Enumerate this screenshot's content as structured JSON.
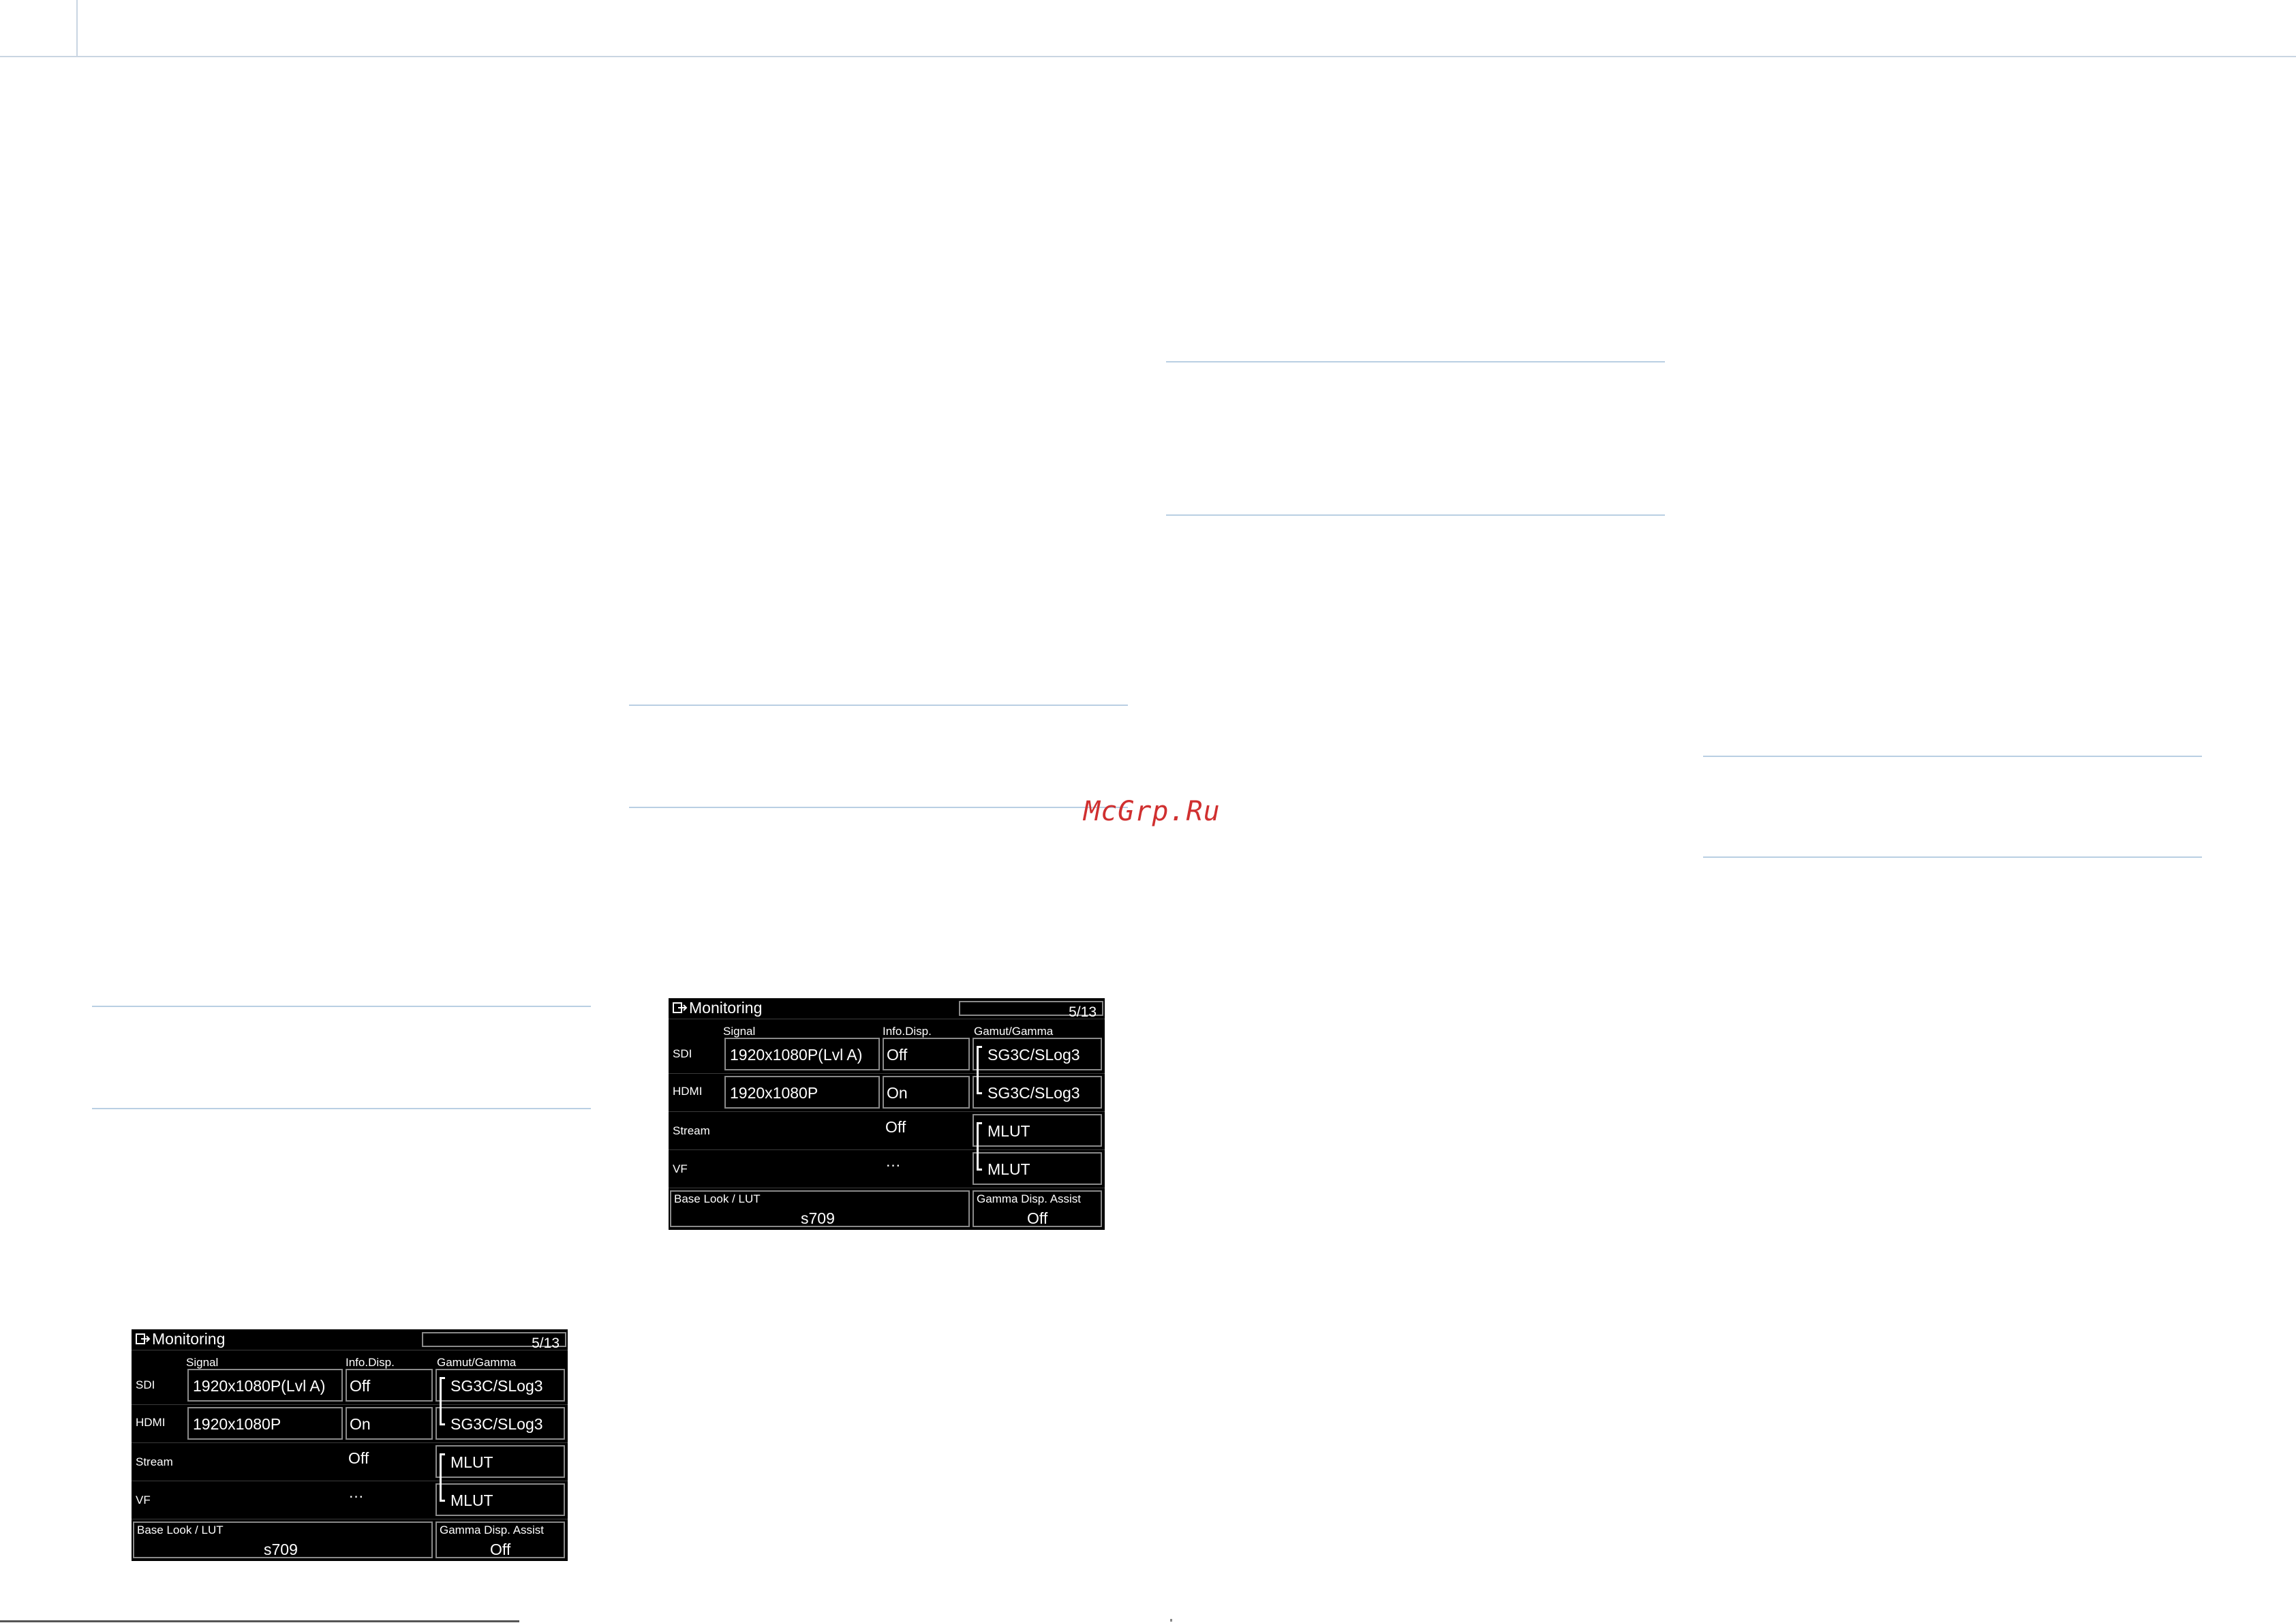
{
  "watermark": "McGrp.Ru",
  "monitoring": {
    "title": "Monitoring",
    "page": "5/13",
    "columns": {
      "signal": "Signal",
      "info_disp": "Info.Disp.",
      "gamut_gamma": "Gamut/Gamma"
    },
    "rows": {
      "sdi": {
        "label": "SDI",
        "signal": "1920x1080P(Lvl A)",
        "info": "Off",
        "gamut": "SG3C/SLog3"
      },
      "hdmi": {
        "label": "HDMI",
        "signal": "1920x1080P",
        "info": "On",
        "gamut": "SG3C/SLog3"
      },
      "stream": {
        "label": "Stream",
        "info": "Off",
        "gamut": "MLUT"
      },
      "vf": {
        "label": "VF",
        "info": "…",
        "gamut": "MLUT"
      }
    },
    "base_look": {
      "label": "Base Look / LUT",
      "value": "s709"
    },
    "gamma_assist": {
      "label": "Gamma Disp. Assist",
      "value": "Off"
    }
  }
}
